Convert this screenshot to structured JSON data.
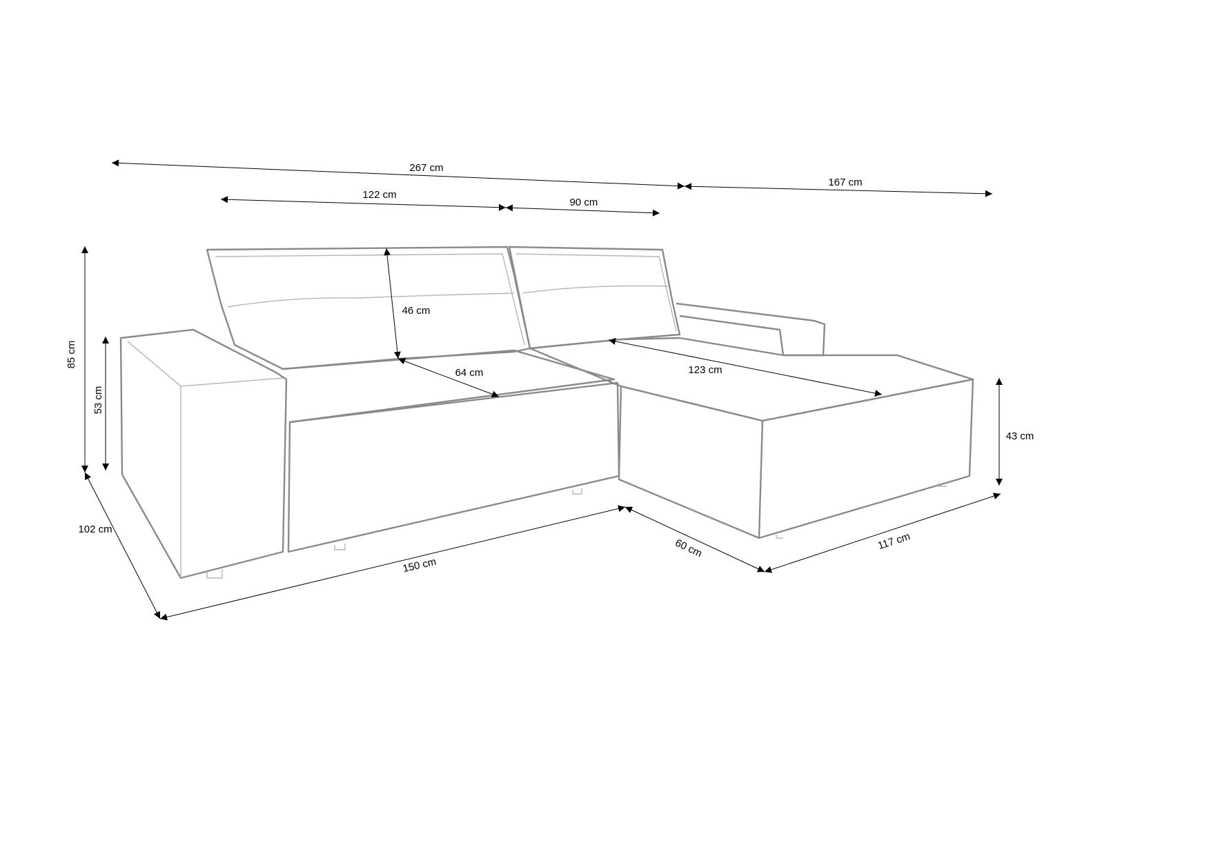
{
  "dimensions": {
    "total_width": "267 cm",
    "chaise_width": "167 cm",
    "seat_left": "122 cm",
    "seat_right": "90 cm",
    "total_height": "85 cm",
    "armrest_height": "53 cm",
    "backrest_height": "46 cm",
    "seat_depth": "64 cm",
    "chaise_seat_depth": "123 cm",
    "chaise_height": "43 cm",
    "depth": "102 cm",
    "front_length": "150 cm",
    "chaise_front": "60 cm",
    "chaise_length": "117 cm"
  },
  "colors": {
    "outline": "#8a8a8a",
    "dimension": "#000000"
  }
}
